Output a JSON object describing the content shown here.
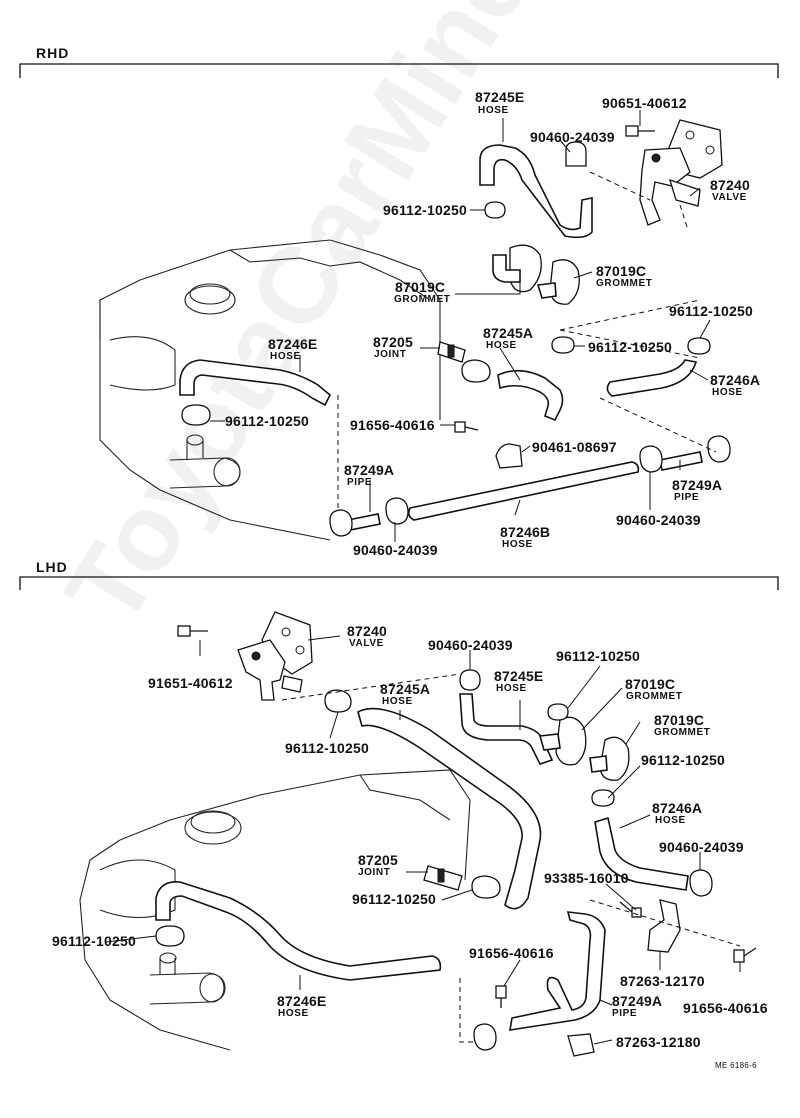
{
  "watermark": "ToyotaCarMine.ru",
  "figure_code": "ME 6186-6",
  "sections": {
    "rhd": {
      "title": "RHD",
      "parts": [
        {
          "number": "87245E",
          "name": "HOSE"
        },
        {
          "number": "90651-40612",
          "name": ""
        },
        {
          "number": "90460-24039",
          "name": ""
        },
        {
          "number": "87240",
          "name": "VALVE"
        },
        {
          "number": "96112-10250",
          "name": ""
        },
        {
          "number": "87019C",
          "name": "GROMMET"
        },
        {
          "number": "87019C",
          "name": "GROMMET"
        },
        {
          "number": "96112-10250",
          "name": ""
        },
        {
          "number": "87246E",
          "name": "HOSE"
        },
        {
          "number": "87205",
          "name": "JOINT"
        },
        {
          "number": "87245A",
          "name": "HOSE"
        },
        {
          "number": "96112-10250",
          "name": ""
        },
        {
          "number": "87246A",
          "name": "HOSE"
        },
        {
          "number": "96112-10250",
          "name": ""
        },
        {
          "number": "91656-40616",
          "name": ""
        },
        {
          "number": "90461-08697",
          "name": ""
        },
        {
          "number": "87249A",
          "name": "PIPE"
        },
        {
          "number": "87249A",
          "name": "PIPE"
        },
        {
          "number": "87246B",
          "name": "HOSE"
        },
        {
          "number": "90460-24039",
          "name": ""
        },
        {
          "number": "90460-24039",
          "name": ""
        }
      ]
    },
    "lhd": {
      "title": "LHD",
      "parts": [
        {
          "number": "87240",
          "name": "VALVE"
        },
        {
          "number": "91651-40612",
          "name": ""
        },
        {
          "number": "90460-24039",
          "name": ""
        },
        {
          "number": "96112-10250",
          "name": ""
        },
        {
          "number": "87245A",
          "name": "HOSE"
        },
        {
          "number": "96112-10250",
          "name": ""
        },
        {
          "number": "87245E",
          "name": "HOSE"
        },
        {
          "number": "87019C",
          "name": "GROMMET"
        },
        {
          "number": "87019C",
          "name": "GROMMET"
        },
        {
          "number": "96112-10250",
          "name": ""
        },
        {
          "number": "87246A",
          "name": "HOSE"
        },
        {
          "number": "90460-24039",
          "name": ""
        },
        {
          "number": "87205",
          "name": "JOINT"
        },
        {
          "number": "96112-10250",
          "name": ""
        },
        {
          "number": "93385-16010",
          "name": ""
        },
        {
          "number": "96112-10250",
          "name": ""
        },
        {
          "number": "91656-40616",
          "name": ""
        },
        {
          "number": "87263-12170",
          "name": ""
        },
        {
          "number": "91656-40616",
          "name": ""
        },
        {
          "number": "87246E",
          "name": "HOSE"
        },
        {
          "number": "87249A",
          "name": "PIPE"
        },
        {
          "number": "87263-12180",
          "name": ""
        }
      ]
    }
  }
}
